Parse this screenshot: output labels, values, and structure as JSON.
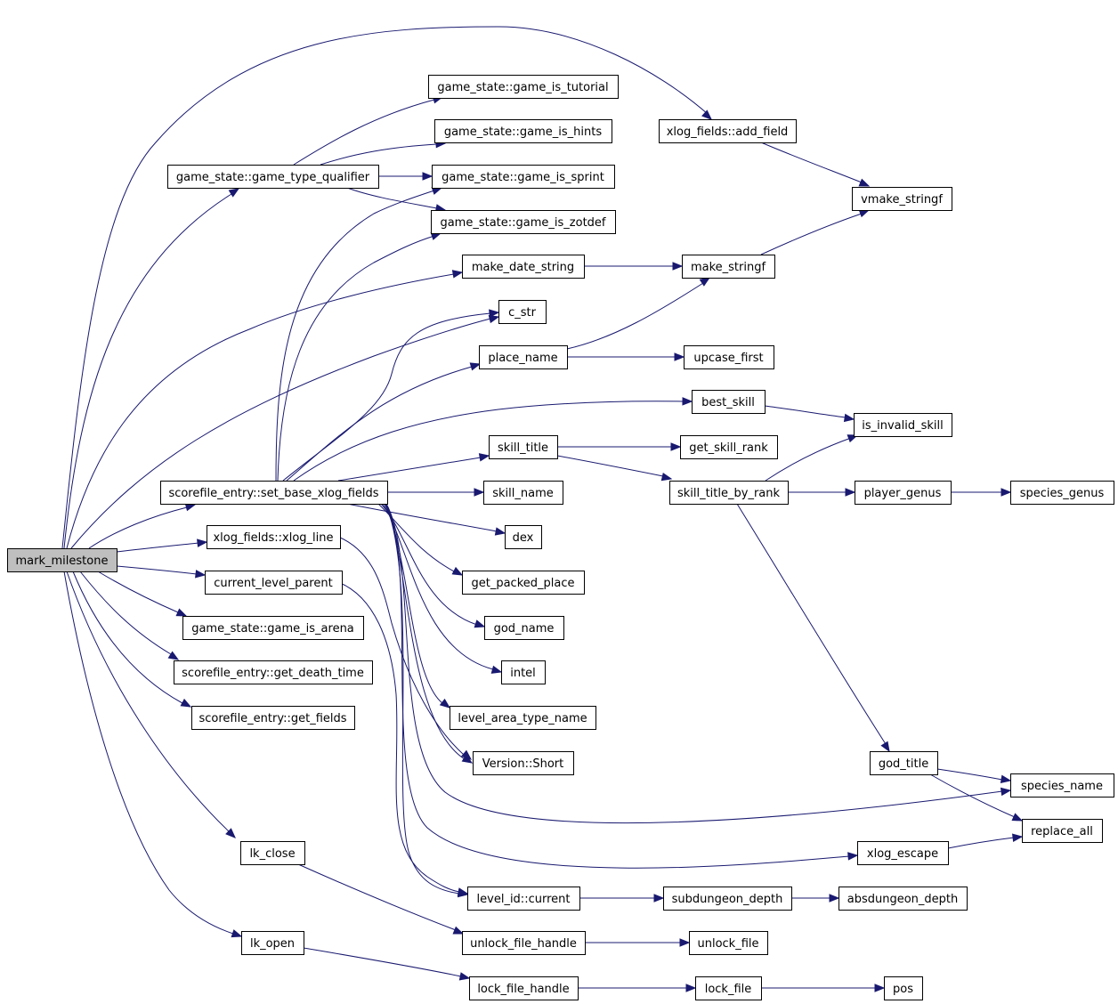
{
  "graph": {
    "root": "mark_milestone",
    "nodes": [
      {
        "id": "mark_milestone",
        "label": "mark_milestone"
      },
      {
        "id": "add_field",
        "label": "xlog_fields::add_field"
      },
      {
        "id": "game_type_qualifier",
        "label": "game_state::game_type_qualifier"
      },
      {
        "id": "make_date_string",
        "label": "make_date_string"
      },
      {
        "id": "c_str",
        "label": "c_str"
      },
      {
        "id": "set_base_xlog_fields",
        "label": "scorefile_entry::set_base_xlog_fields"
      },
      {
        "id": "xlog_line",
        "label": "xlog_fields::xlog_line"
      },
      {
        "id": "current_level_parent",
        "label": "current_level_parent"
      },
      {
        "id": "game_is_arena",
        "label": "game_state::game_is_arena"
      },
      {
        "id": "get_death_time",
        "label": "scorefile_entry::get_death_time"
      },
      {
        "id": "get_fields",
        "label": "scorefile_entry::get_fields"
      },
      {
        "id": "lk_close",
        "label": "lk_close"
      },
      {
        "id": "lk_open",
        "label": "lk_open"
      },
      {
        "id": "game_is_tutorial",
        "label": "game_state::game_is_tutorial"
      },
      {
        "id": "game_is_hints",
        "label": "game_state::game_is_hints"
      },
      {
        "id": "game_is_sprint",
        "label": "game_state::game_is_sprint"
      },
      {
        "id": "game_is_zotdef",
        "label": "game_state::game_is_zotdef"
      },
      {
        "id": "vmake_stringf",
        "label": "vmake_stringf"
      },
      {
        "id": "make_stringf",
        "label": "make_stringf"
      },
      {
        "id": "place_name",
        "label": "place_name"
      },
      {
        "id": "upcase_first",
        "label": "upcase_first"
      },
      {
        "id": "best_skill",
        "label": "best_skill"
      },
      {
        "id": "is_invalid_skill",
        "label": "is_invalid_skill"
      },
      {
        "id": "skill_title",
        "label": "skill_title"
      },
      {
        "id": "get_skill_rank",
        "label": "get_skill_rank"
      },
      {
        "id": "skill_name",
        "label": "skill_name"
      },
      {
        "id": "skill_title_by_rank",
        "label": "skill_title_by_rank"
      },
      {
        "id": "player_genus",
        "label": "player_genus"
      },
      {
        "id": "species_genus",
        "label": "species_genus"
      },
      {
        "id": "dex",
        "label": "dex"
      },
      {
        "id": "get_packed_place",
        "label": "get_packed_place"
      },
      {
        "id": "god_name",
        "label": "god_name"
      },
      {
        "id": "intel",
        "label": "intel"
      },
      {
        "id": "level_area_type_name",
        "label": "level_area_type_name"
      },
      {
        "id": "version_short",
        "label": "Version::Short"
      },
      {
        "id": "god_title",
        "label": "god_title"
      },
      {
        "id": "species_name",
        "label": "species_name"
      },
      {
        "id": "replace_all",
        "label": "replace_all"
      },
      {
        "id": "xlog_escape",
        "label": "xlog_escape"
      },
      {
        "id": "level_id_current",
        "label": "level_id::current"
      },
      {
        "id": "subdungeon_depth",
        "label": "subdungeon_depth"
      },
      {
        "id": "absdungeon_depth",
        "label": "absdungeon_depth"
      },
      {
        "id": "unlock_file_handle",
        "label": "unlock_file_handle"
      },
      {
        "id": "unlock_file",
        "label": "unlock_file"
      },
      {
        "id": "lock_file_handle",
        "label": "lock_file_handle"
      },
      {
        "id": "lock_file",
        "label": "lock_file"
      },
      {
        "id": "pos",
        "label": "pos"
      }
    ],
    "edges": [
      {
        "from": "mark_milestone",
        "to": "add_field"
      },
      {
        "from": "mark_milestone",
        "to": "game_type_qualifier"
      },
      {
        "from": "mark_milestone",
        "to": "make_date_string"
      },
      {
        "from": "mark_milestone",
        "to": "c_str"
      },
      {
        "from": "mark_milestone",
        "to": "set_base_xlog_fields"
      },
      {
        "from": "mark_milestone",
        "to": "xlog_line"
      },
      {
        "from": "mark_milestone",
        "to": "current_level_parent"
      },
      {
        "from": "mark_milestone",
        "to": "game_is_arena"
      },
      {
        "from": "mark_milestone",
        "to": "get_death_time"
      },
      {
        "from": "mark_milestone",
        "to": "get_fields"
      },
      {
        "from": "mark_milestone",
        "to": "lk_close"
      },
      {
        "from": "mark_milestone",
        "to": "lk_open"
      },
      {
        "from": "game_type_qualifier",
        "to": "game_is_tutorial"
      },
      {
        "from": "game_type_qualifier",
        "to": "game_is_hints"
      },
      {
        "from": "game_type_qualifier",
        "to": "game_is_sprint"
      },
      {
        "from": "game_type_qualifier",
        "to": "game_is_zotdef"
      },
      {
        "from": "add_field",
        "to": "vmake_stringf"
      },
      {
        "from": "make_date_string",
        "to": "make_stringf"
      },
      {
        "from": "make_stringf",
        "to": "vmake_stringf"
      },
      {
        "from": "set_base_xlog_fields",
        "to": "game_is_sprint"
      },
      {
        "from": "set_base_xlog_fields",
        "to": "game_is_zotdef"
      },
      {
        "from": "set_base_xlog_fields",
        "to": "c_str"
      },
      {
        "from": "set_base_xlog_fields",
        "to": "place_name"
      },
      {
        "from": "set_base_xlog_fields",
        "to": "best_skill"
      },
      {
        "from": "set_base_xlog_fields",
        "to": "skill_title"
      },
      {
        "from": "set_base_xlog_fields",
        "to": "skill_name"
      },
      {
        "from": "set_base_xlog_fields",
        "to": "dex"
      },
      {
        "from": "set_base_xlog_fields",
        "to": "get_packed_place"
      },
      {
        "from": "set_base_xlog_fields",
        "to": "god_name"
      },
      {
        "from": "set_base_xlog_fields",
        "to": "intel"
      },
      {
        "from": "set_base_xlog_fields",
        "to": "level_area_type_name"
      },
      {
        "from": "set_base_xlog_fields",
        "to": "version_short"
      },
      {
        "from": "set_base_xlog_fields",
        "to": "species_name"
      },
      {
        "from": "set_base_xlog_fields",
        "to": "xlog_escape"
      },
      {
        "from": "set_base_xlog_fields",
        "to": "level_id_current"
      },
      {
        "from": "place_name",
        "to": "make_stringf"
      },
      {
        "from": "place_name",
        "to": "upcase_first"
      },
      {
        "from": "best_skill",
        "to": "is_invalid_skill"
      },
      {
        "from": "skill_title",
        "to": "get_skill_rank"
      },
      {
        "from": "skill_title",
        "to": "skill_title_by_rank"
      },
      {
        "from": "skill_title_by_rank",
        "to": "is_invalid_skill"
      },
      {
        "from": "skill_title_by_rank",
        "to": "player_genus"
      },
      {
        "from": "skill_title_by_rank",
        "to": "god_title"
      },
      {
        "from": "player_genus",
        "to": "species_genus"
      },
      {
        "from": "god_title",
        "to": "species_name"
      },
      {
        "from": "god_title",
        "to": "replace_all"
      },
      {
        "from": "xlog_escape",
        "to": "replace_all"
      },
      {
        "from": "xlog_line",
        "to": "version_short"
      },
      {
        "from": "current_level_parent",
        "to": "level_id_current"
      },
      {
        "from": "level_id_current",
        "to": "subdungeon_depth"
      },
      {
        "from": "subdungeon_depth",
        "to": "absdungeon_depth"
      },
      {
        "from": "lk_close",
        "to": "unlock_file_handle"
      },
      {
        "from": "unlock_file_handle",
        "to": "unlock_file"
      },
      {
        "from": "lk_open",
        "to": "lock_file_handle"
      },
      {
        "from": "lock_file_handle",
        "to": "lock_file"
      },
      {
        "from": "lock_file",
        "to": "pos"
      }
    ]
  }
}
